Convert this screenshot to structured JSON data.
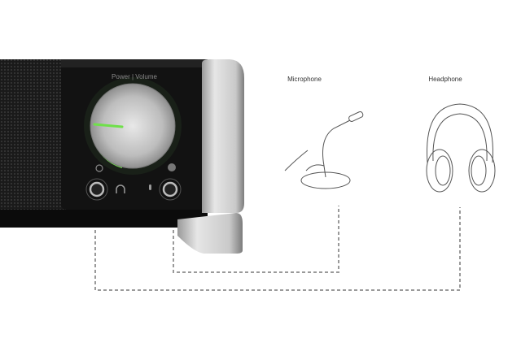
{
  "panel_label": "Power | Volume",
  "devices": {
    "microphone": {
      "label": "Microphone"
    },
    "headphone": {
      "label": "Headphone"
    }
  },
  "colors": {
    "led": "#6fe04a",
    "panel": "#121212",
    "connector": "#999999"
  }
}
